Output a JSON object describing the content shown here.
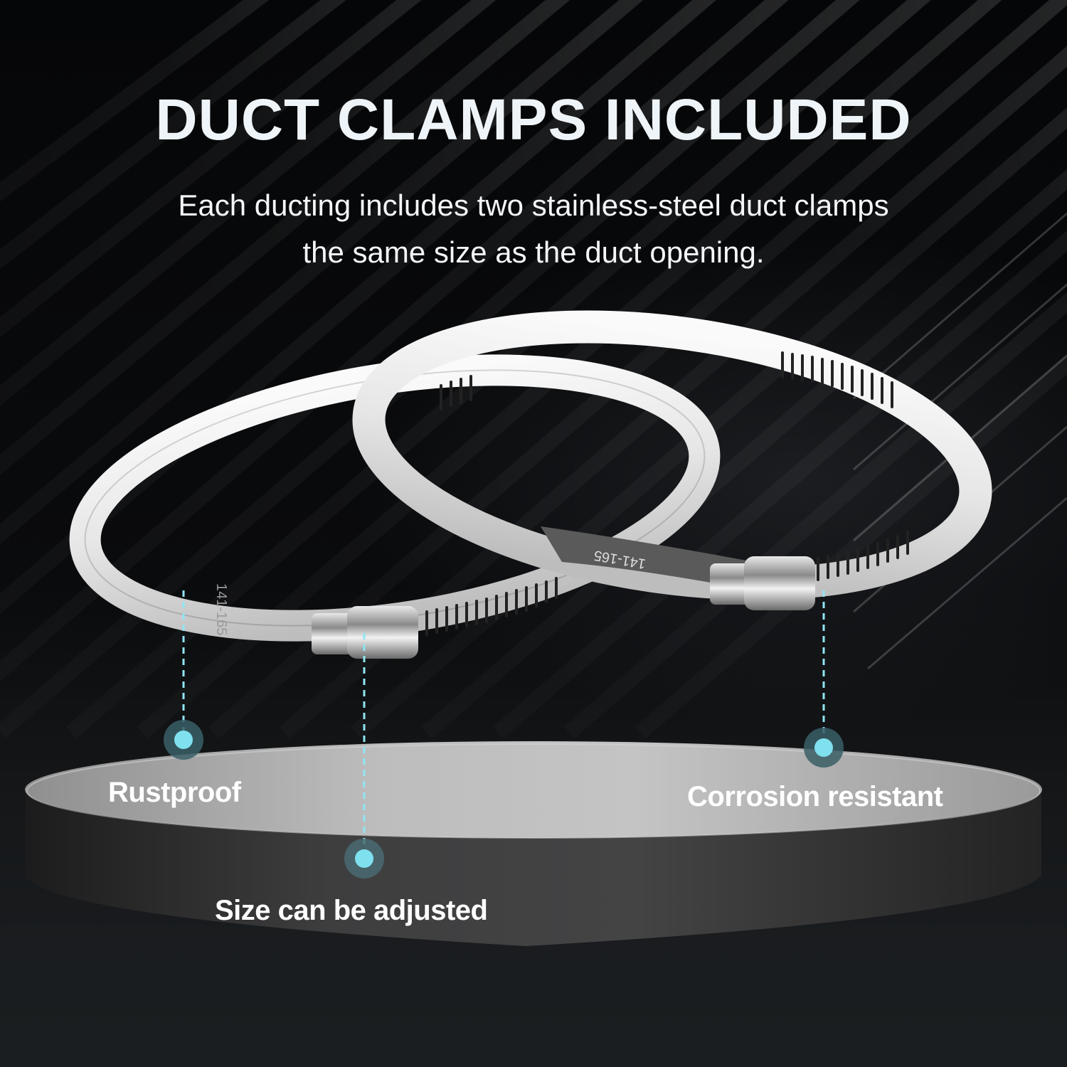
{
  "headline": "DUCT CLAMPS INCLUDED",
  "subtitle": {
    "line1": "Each ducting includes two stainless-steel duct  clamps",
    "line2": "the same size as the duct opening."
  },
  "clamp_marking": "141-165",
  "features": [
    {
      "label": "Rustproof",
      "icon": "callout-dot-icon"
    },
    {
      "label": "Size can be adjusted",
      "icon": "callout-dot-icon"
    },
    {
      "label": "Corrosion resistant",
      "icon": "callout-dot-icon"
    }
  ],
  "colors": {
    "background": "#070809",
    "text": "#ffffff",
    "accent_dot": "#7fe0ee",
    "accent_halo": "#3a5f66",
    "podium_top": "#b9b9b9",
    "podium_side": "#3a3a3a"
  }
}
